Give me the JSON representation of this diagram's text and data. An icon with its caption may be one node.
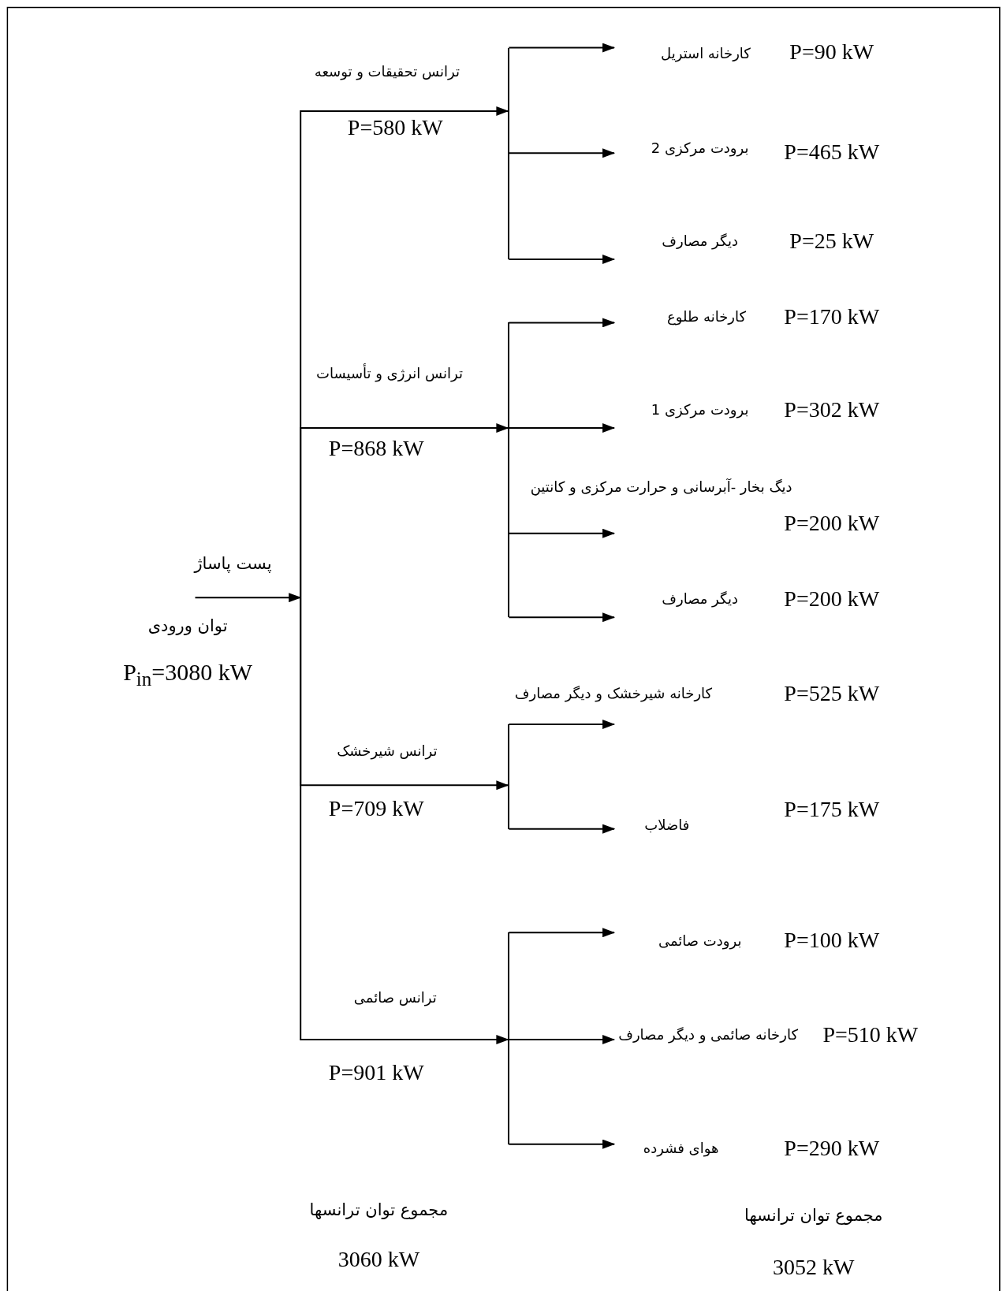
{
  "diagram": {
    "nodes": [
      {
        "text": [
          "توان ورودی",
          "P$_{in}$=3080 kW"
        ]
      },
      {
        "text": [],
        "shape": "bar",
        "beside": [
          "P=580 kW"
        ]
      },
      {
        "text": [],
        "shape": "bar",
        "beside": [
          "P=868 kW"
        ]
      },
      {
        "text": [],
        "shape": "bar",
        "beside": [
          "P=709 kW"
        ]
      },
      {
        "text": [],
        "shape": "bar",
        "beside": [
          "P=901 kW"
        ]
      },
      {
        "text": [
          "P=90 kW",
          "کارخانه استریل"
        ]
      },
      {
        "text": [
          "P=465 kW",
          "برودت مرکزی 2"
        ]
      },
      {
        "text": [
          "P=25 kW",
          "دیگر مصارف"
        ]
      },
      {
        "text": [
          "P=170 kW",
          "کارخانه طلوع"
        ]
      },
      {
        "text": [
          "P=302 kW",
          "برودت مرکزی 1"
        ]
      },
      {
        "text": [
          "P=200 kW"
        ],
        "beside": [
          "دیگ بخار -آبرسانی و حرارت مرکزی و کانتین"
        ]
      },
      {
        "text": [
          "P=200 kW",
          "دیگر مصارف"
        ]
      },
      {
        "text": [
          "کارخانه شیرخشک و  دیگر مصارف"
        ]
      },
      {
        "text": [
          "P=175 kW",
          "فاضلاب"
        ]
      },
      {
        "text": [
          "P=100 kW",
          "برودت صائمی"
        ]
      },
      {
        "text": [
          "P=510 kW",
          "کارخانه صائمی و دیگر مصارف"
        ]
      },
      {
        "text": [
          "P=290 kW",
          "هوای فشرده"
        ]
      }
    ],
    "edges": [
      {
        "from": 0,
        "to": 1,
        "arrow": "to",
        "label": "ترانس تحقیقات و توسعه"
      },
      {
        "from": 0,
        "to": 2,
        "arrow": "to",
        "label": "ترانس انرژی و تأسیسات"
      },
      {
        "from": 0,
        "to": 3,
        "arrow": "to",
        "label": "ترانس شیرخشک"
      },
      {
        "from": 0,
        "to": 4,
        "arrow": "to",
        "label": "ترانس صائمی"
      },
      {
        "from": 1,
        "to": 5,
        "arrow": "to"
      },
      {
        "from": 1,
        "to": 6,
        "arrow": "to"
      },
      {
        "from": 1,
        "to": 7,
        "arrow": "to"
      },
      {
        "from": 2,
        "to": 8,
        "arrow": "to"
      },
      {
        "from": 2,
        "to": 9,
        "arrow": "to"
      },
      {
        "from": 2,
        "to": 10,
        "arrow": "to"
      },
      {
        "from": 2,
        "to": 11,
        "arrow": "to"
      },
      {
        "from": 3,
        "to": 12,
        "arrow": "to"
      },
      {
        "from": 3,
        "to": 13,
        "arrow": "to"
      },
      {
        "from": 4,
        "to": 14,
        "arrow": "to"
      },
      {
        "from": 4,
        "to": 15,
        "arrow": "to"
      },
      {
        "from": 4,
        "to": 16,
        "arrow": "to"
      }
    ],
    "labels": [
      "پست پاساژ",
      "P=525 kW",
      "مجموع توان ترانسها",
      "3060 kW",
      "مجموع توان ترانسها",
      "3052 kW"
    ]
  }
}
